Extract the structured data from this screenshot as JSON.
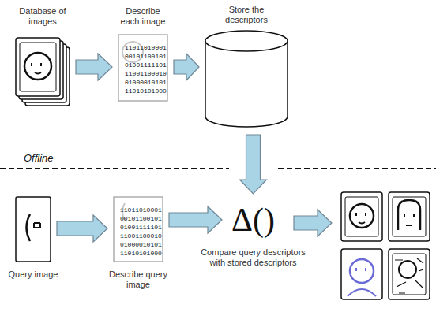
{
  "diagram": {
    "nodes": [
      {
        "text": [
          "Database of images"
        ]
      },
      {
        "text": [
          "Describe each image"
        ]
      },
      {
        "text": [
          "Store the descriptors"
        ]
      },
      {
        "text": [
          "Query image"
        ]
      },
      {
        "text": [
          "Describe query image"
        ]
      },
      {
        "text": [
          "Δ()",
          "Compare query descriptors with stored descriptors"
        ]
      }
    ],
    "edges": [
      {
        "from": 0,
        "to": 1,
        "arrow": "to"
      },
      {
        "from": 1,
        "to": 2,
        "arrow": "to"
      },
      {
        "from": 2,
        "to": 5,
        "arrow": "to"
      },
      {
        "from": 3,
        "to": 4,
        "arrow": "to"
      },
      {
        "from": 4,
        "to": 5,
        "arrow": "to"
      }
    ],
    "labels": [
      "Offline",
      "11011010001",
      "00101100101",
      "01001111101",
      "11001100010",
      "01000010101",
      "11010101000",
      "11011010001",
      "00101100101",
      "01001111101",
      "11001100010",
      "01000010101",
      "11010101000"
    ]
  }
}
